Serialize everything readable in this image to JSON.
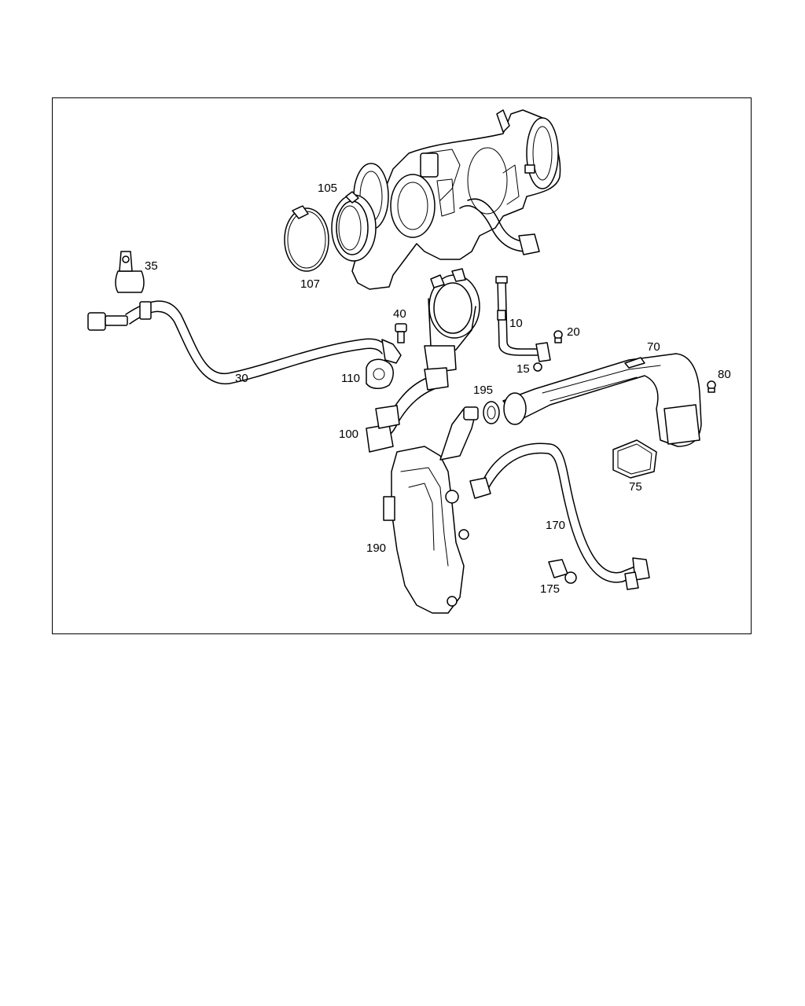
{
  "diagram": {
    "callouts": [
      {
        "id": "105",
        "text": "105"
      },
      {
        "id": "107",
        "text": "107"
      },
      {
        "id": "35",
        "text": "35"
      },
      {
        "id": "40",
        "text": "40"
      },
      {
        "id": "10",
        "text": "10"
      },
      {
        "id": "20",
        "text": "20"
      },
      {
        "id": "70",
        "text": "70"
      },
      {
        "id": "15",
        "text": "15"
      },
      {
        "id": "80",
        "text": "80"
      },
      {
        "id": "30",
        "text": "30"
      },
      {
        "id": "110",
        "text": "110"
      },
      {
        "id": "195",
        "text": "195"
      },
      {
        "id": "100",
        "text": "100"
      },
      {
        "id": "75",
        "text": "75"
      },
      {
        "id": "170",
        "text": "170"
      },
      {
        "id": "190",
        "text": "190"
      },
      {
        "id": "175",
        "text": "175"
      }
    ],
    "colors": {
      "line": "#000000",
      "background": "#ffffff"
    }
  }
}
